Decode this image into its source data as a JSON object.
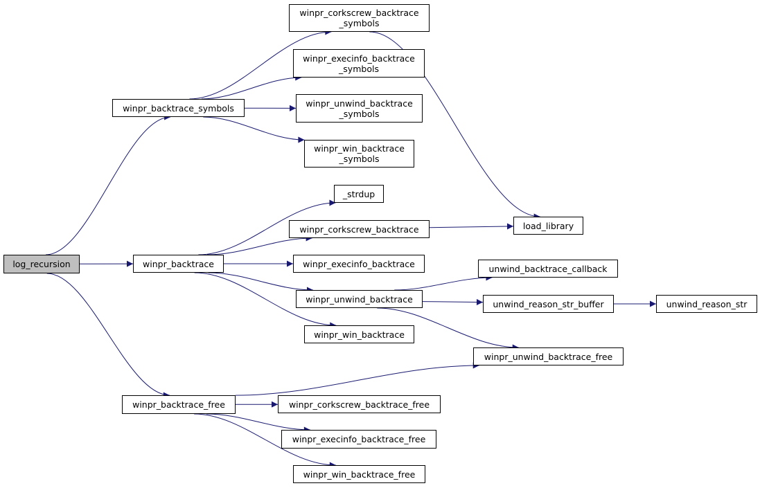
{
  "colors": {
    "edge": "#191970",
    "root_fill": "#bfbfbf",
    "node_fill": "#ffffff",
    "border": "#000000"
  },
  "nodes": {
    "log_recursion": {
      "lines": [
        "log_recursion"
      ]
    },
    "winpr_backtrace_symbols": {
      "lines": [
        "winpr_backtrace_symbols"
      ]
    },
    "winpr_backtrace": {
      "lines": [
        "winpr_backtrace"
      ]
    },
    "winpr_backtrace_free": {
      "lines": [
        "winpr_backtrace_free"
      ]
    },
    "winpr_corkscrew_backtrace_symbols": {
      "lines": [
        "winpr_corkscrew_backtrace",
        "_symbols"
      ]
    },
    "winpr_execinfo_backtrace_symbols": {
      "lines": [
        "winpr_execinfo_backtrace",
        "_symbols"
      ]
    },
    "winpr_unwind_backtrace_symbols": {
      "lines": [
        "winpr_unwind_backtrace",
        "_symbols"
      ]
    },
    "winpr_win_backtrace_symbols": {
      "lines": [
        "winpr_win_backtrace",
        "_symbols"
      ]
    },
    "strdup": {
      "lines": [
        "_strdup"
      ]
    },
    "winpr_corkscrew_backtrace": {
      "lines": [
        "winpr_corkscrew_backtrace"
      ]
    },
    "winpr_execinfo_backtrace": {
      "lines": [
        "winpr_execinfo_backtrace"
      ]
    },
    "winpr_unwind_backtrace": {
      "lines": [
        "winpr_unwind_backtrace"
      ]
    },
    "winpr_win_backtrace": {
      "lines": [
        "winpr_win_backtrace"
      ]
    },
    "load_library": {
      "lines": [
        "load_library"
      ]
    },
    "unwind_backtrace_callback": {
      "lines": [
        "unwind_backtrace_callback"
      ]
    },
    "unwind_reason_str_buffer": {
      "lines": [
        "unwind_reason_str_buffer"
      ]
    },
    "unwind_reason_str": {
      "lines": [
        "unwind_reason_str"
      ]
    },
    "winpr_unwind_backtrace_free": {
      "lines": [
        "winpr_unwind_backtrace_free"
      ]
    },
    "winpr_corkscrew_backtrace_free": {
      "lines": [
        "winpr_corkscrew_backtrace_free"
      ]
    },
    "winpr_execinfo_backtrace_free": {
      "lines": [
        "winpr_execinfo_backtrace_free"
      ]
    },
    "winpr_win_backtrace_free": {
      "lines": [
        "winpr_win_backtrace_free"
      ]
    }
  },
  "edges": [
    [
      "log_recursion",
      "winpr_backtrace_symbols"
    ],
    [
      "log_recursion",
      "winpr_backtrace"
    ],
    [
      "log_recursion",
      "winpr_backtrace_free"
    ],
    [
      "winpr_backtrace_symbols",
      "winpr_corkscrew_backtrace_symbols"
    ],
    [
      "winpr_backtrace_symbols",
      "winpr_execinfo_backtrace_symbols"
    ],
    [
      "winpr_backtrace_symbols",
      "winpr_unwind_backtrace_symbols"
    ],
    [
      "winpr_backtrace_symbols",
      "winpr_win_backtrace_symbols"
    ],
    [
      "winpr_corkscrew_backtrace_symbols",
      "load_library"
    ],
    [
      "winpr_backtrace",
      "strdup"
    ],
    [
      "winpr_backtrace",
      "winpr_corkscrew_backtrace"
    ],
    [
      "winpr_backtrace",
      "winpr_execinfo_backtrace"
    ],
    [
      "winpr_backtrace",
      "winpr_unwind_backtrace"
    ],
    [
      "winpr_backtrace",
      "winpr_win_backtrace"
    ],
    [
      "winpr_corkscrew_backtrace",
      "load_library"
    ],
    [
      "winpr_unwind_backtrace",
      "unwind_backtrace_callback"
    ],
    [
      "winpr_unwind_backtrace",
      "unwind_reason_str_buffer"
    ],
    [
      "winpr_unwind_backtrace",
      "winpr_unwind_backtrace_free"
    ],
    [
      "unwind_reason_str_buffer",
      "unwind_reason_str"
    ],
    [
      "winpr_backtrace_free",
      "winpr_unwind_backtrace_free"
    ],
    [
      "winpr_backtrace_free",
      "winpr_corkscrew_backtrace_free"
    ],
    [
      "winpr_backtrace_free",
      "winpr_execinfo_backtrace_free"
    ],
    [
      "winpr_backtrace_free",
      "winpr_win_backtrace_free"
    ]
  ]
}
